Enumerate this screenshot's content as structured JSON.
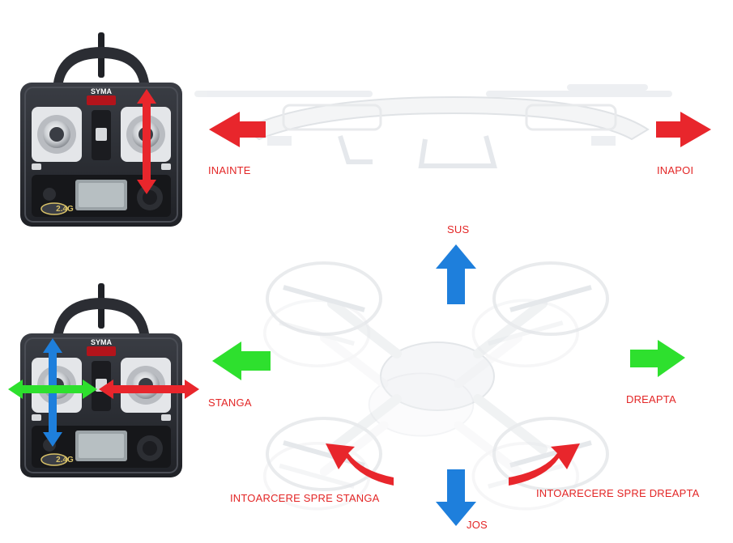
{
  "labels": {
    "forward": "INAINTE",
    "backward": "INAPOI",
    "up": "SUS",
    "down": "JOS",
    "left": "STANGA",
    "right": "DREAPTA",
    "rotate_left": "INTOARCERE SPRE STANGA",
    "rotate_right": "INTOARECERE SPRE DREAPTA"
  },
  "brand": "SYMA",
  "band": "2.4G",
  "colors": {
    "label": "#e32626",
    "red_arrow": "#e8262c",
    "blue_arrow": "#1e7fdc",
    "green_arrow": "#2ee02e",
    "controller_body": "#2b2d33"
  }
}
